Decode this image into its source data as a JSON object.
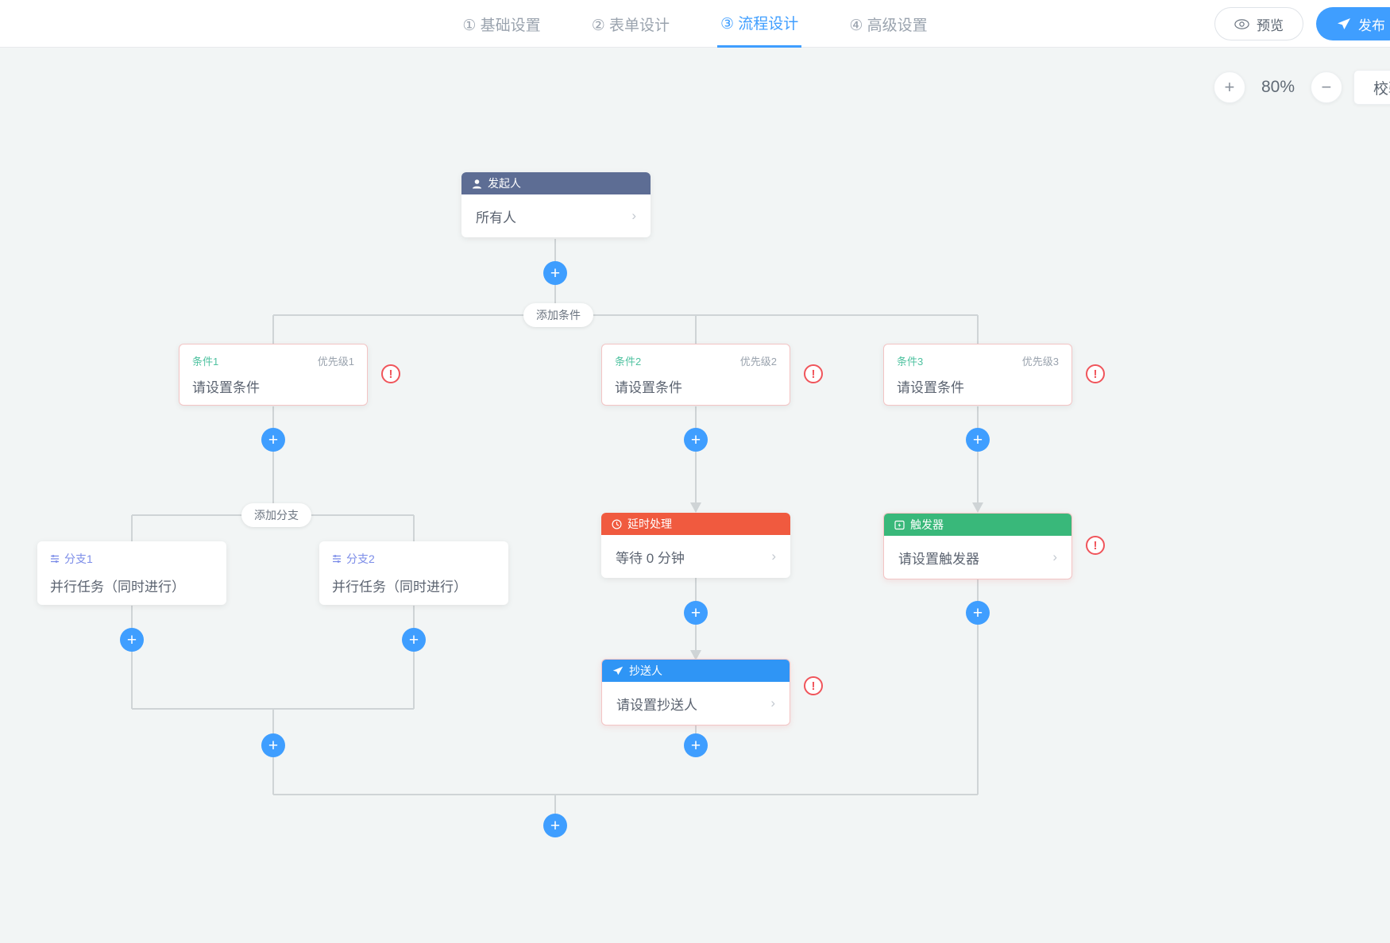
{
  "topbar": {
    "steps": [
      {
        "label": "① 基础设置",
        "active": false
      },
      {
        "label": "② 表单设计",
        "active": false
      },
      {
        "label": "③ 流程设计",
        "active": true
      },
      {
        "label": "④ 高级设置",
        "active": false
      }
    ],
    "preview_label": "预览",
    "publish_label": "发布"
  },
  "toolbar": {
    "zoom_in": "+",
    "zoom_out": "−",
    "zoom_value": "80%",
    "validate_label": "校验流程"
  },
  "flow": {
    "starter": {
      "title": "发起人",
      "value": "所有人",
      "chevron": "›"
    },
    "add_condition_label": "添加条件",
    "add_branch_label": "添加分支",
    "conditions": [
      {
        "name": "条件1",
        "priority": "优先级1",
        "body": "请设置条件",
        "error": "!"
      },
      {
        "name": "条件2",
        "priority": "优先级2",
        "body": "请设置条件",
        "error": "!"
      },
      {
        "name": "条件3",
        "priority": "优先级3",
        "body": "请设置条件",
        "error": "!"
      }
    ],
    "branches": [
      {
        "name": "分支1",
        "body": "并行任务（同时进行）"
      },
      {
        "name": "分支2",
        "body": "并行任务（同时进行）"
      }
    ],
    "delay": {
      "title": "延时处理",
      "value": "等待 0 分钟",
      "chevron": "›"
    },
    "trigger": {
      "title": "触发器",
      "value": "请设置触发器",
      "chevron": "›",
      "error": "!"
    },
    "cc": {
      "title": "抄送人",
      "value": "请设置抄送人",
      "chevron": "›",
      "error": "!"
    },
    "plus_label": "+"
  },
  "colors": {
    "accent": "#3f9eff",
    "starter_header": "#5d6d94",
    "delay_header": "#f05a3f",
    "trigger_header": "#39b87a",
    "cc_header": "#2f95f5",
    "condition_name": "#4fc2a0",
    "branch_name": "#7b8ce8",
    "error": "#f0545a"
  }
}
